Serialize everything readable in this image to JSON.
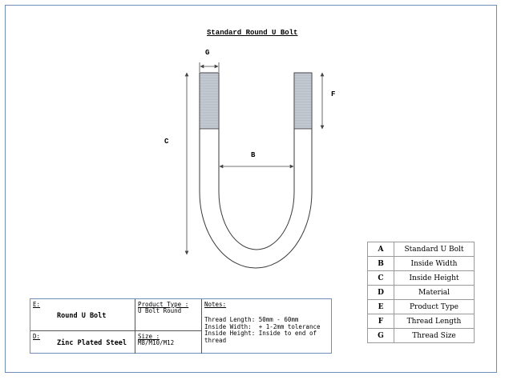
{
  "title": "Standard Round U Bolt",
  "dimension_labels": {
    "g": "G",
    "f": "F",
    "c": "C",
    "b": "B"
  },
  "legend": [
    {
      "key": "A",
      "value": "Standard U Bolt"
    },
    {
      "key": "B",
      "value": "Inside Width"
    },
    {
      "key": "C",
      "value": "Inside Height"
    },
    {
      "key": "D",
      "value": "Material"
    },
    {
      "key": "E",
      "value": "Product Type"
    },
    {
      "key": "F",
      "value": "Thread Length"
    },
    {
      "key": "G",
      "value": "Thread Size"
    }
  ],
  "title_block": {
    "e_label": "E:",
    "e_value": "Round U Bolt",
    "product_type_label": "Product Type :",
    "product_type_value": "U Bolt Round",
    "d_label": "D:",
    "d_value": "Zinc Plated Steel",
    "size_label": "Size :",
    "size_value": "M8/M10/M12",
    "notes_label": "Notes:",
    "notes_lines": [
      "Thread Length: 50mm - 60mm",
      "Inside Width:  + 1-2mm tolerance",
      "Inside Height: Inside to end of",
      "thread"
    ]
  },
  "colors": {
    "frame": "#6f8fb8",
    "thread": "#c4cad2",
    "line": "#3a3a3a"
  }
}
